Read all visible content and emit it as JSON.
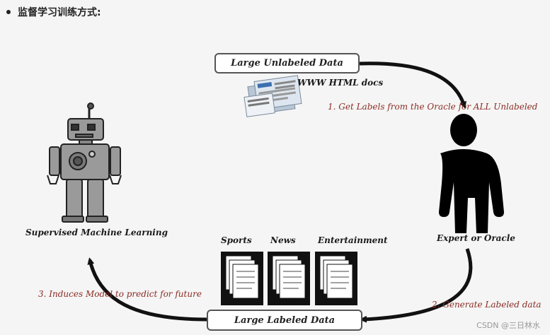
{
  "header": {
    "text": "监督学习训练方式:"
  },
  "nodes": {
    "unlabeled_data": "Large Unlabeled Data",
    "www_docs": "WWW HTML docs",
    "oracle": "Expert or Oracle",
    "labeled_data": "Large Labeled Data",
    "machine_learning": "Supervised Machine Learning"
  },
  "categories": [
    "Sports",
    "News",
    "Entertainment"
  ],
  "edges": {
    "step1": "1. Get Labels from the Oracle for ALL Unlabeled",
    "step2": "2. Generate Labeled data",
    "step3": "3. Induces Model to predict for future"
  },
  "watermark": "CSDN @三日林水",
  "colors": {
    "step_text": "#8b2c24",
    "arrow": "#111111",
    "robot_body": "#9a9a9a"
  }
}
